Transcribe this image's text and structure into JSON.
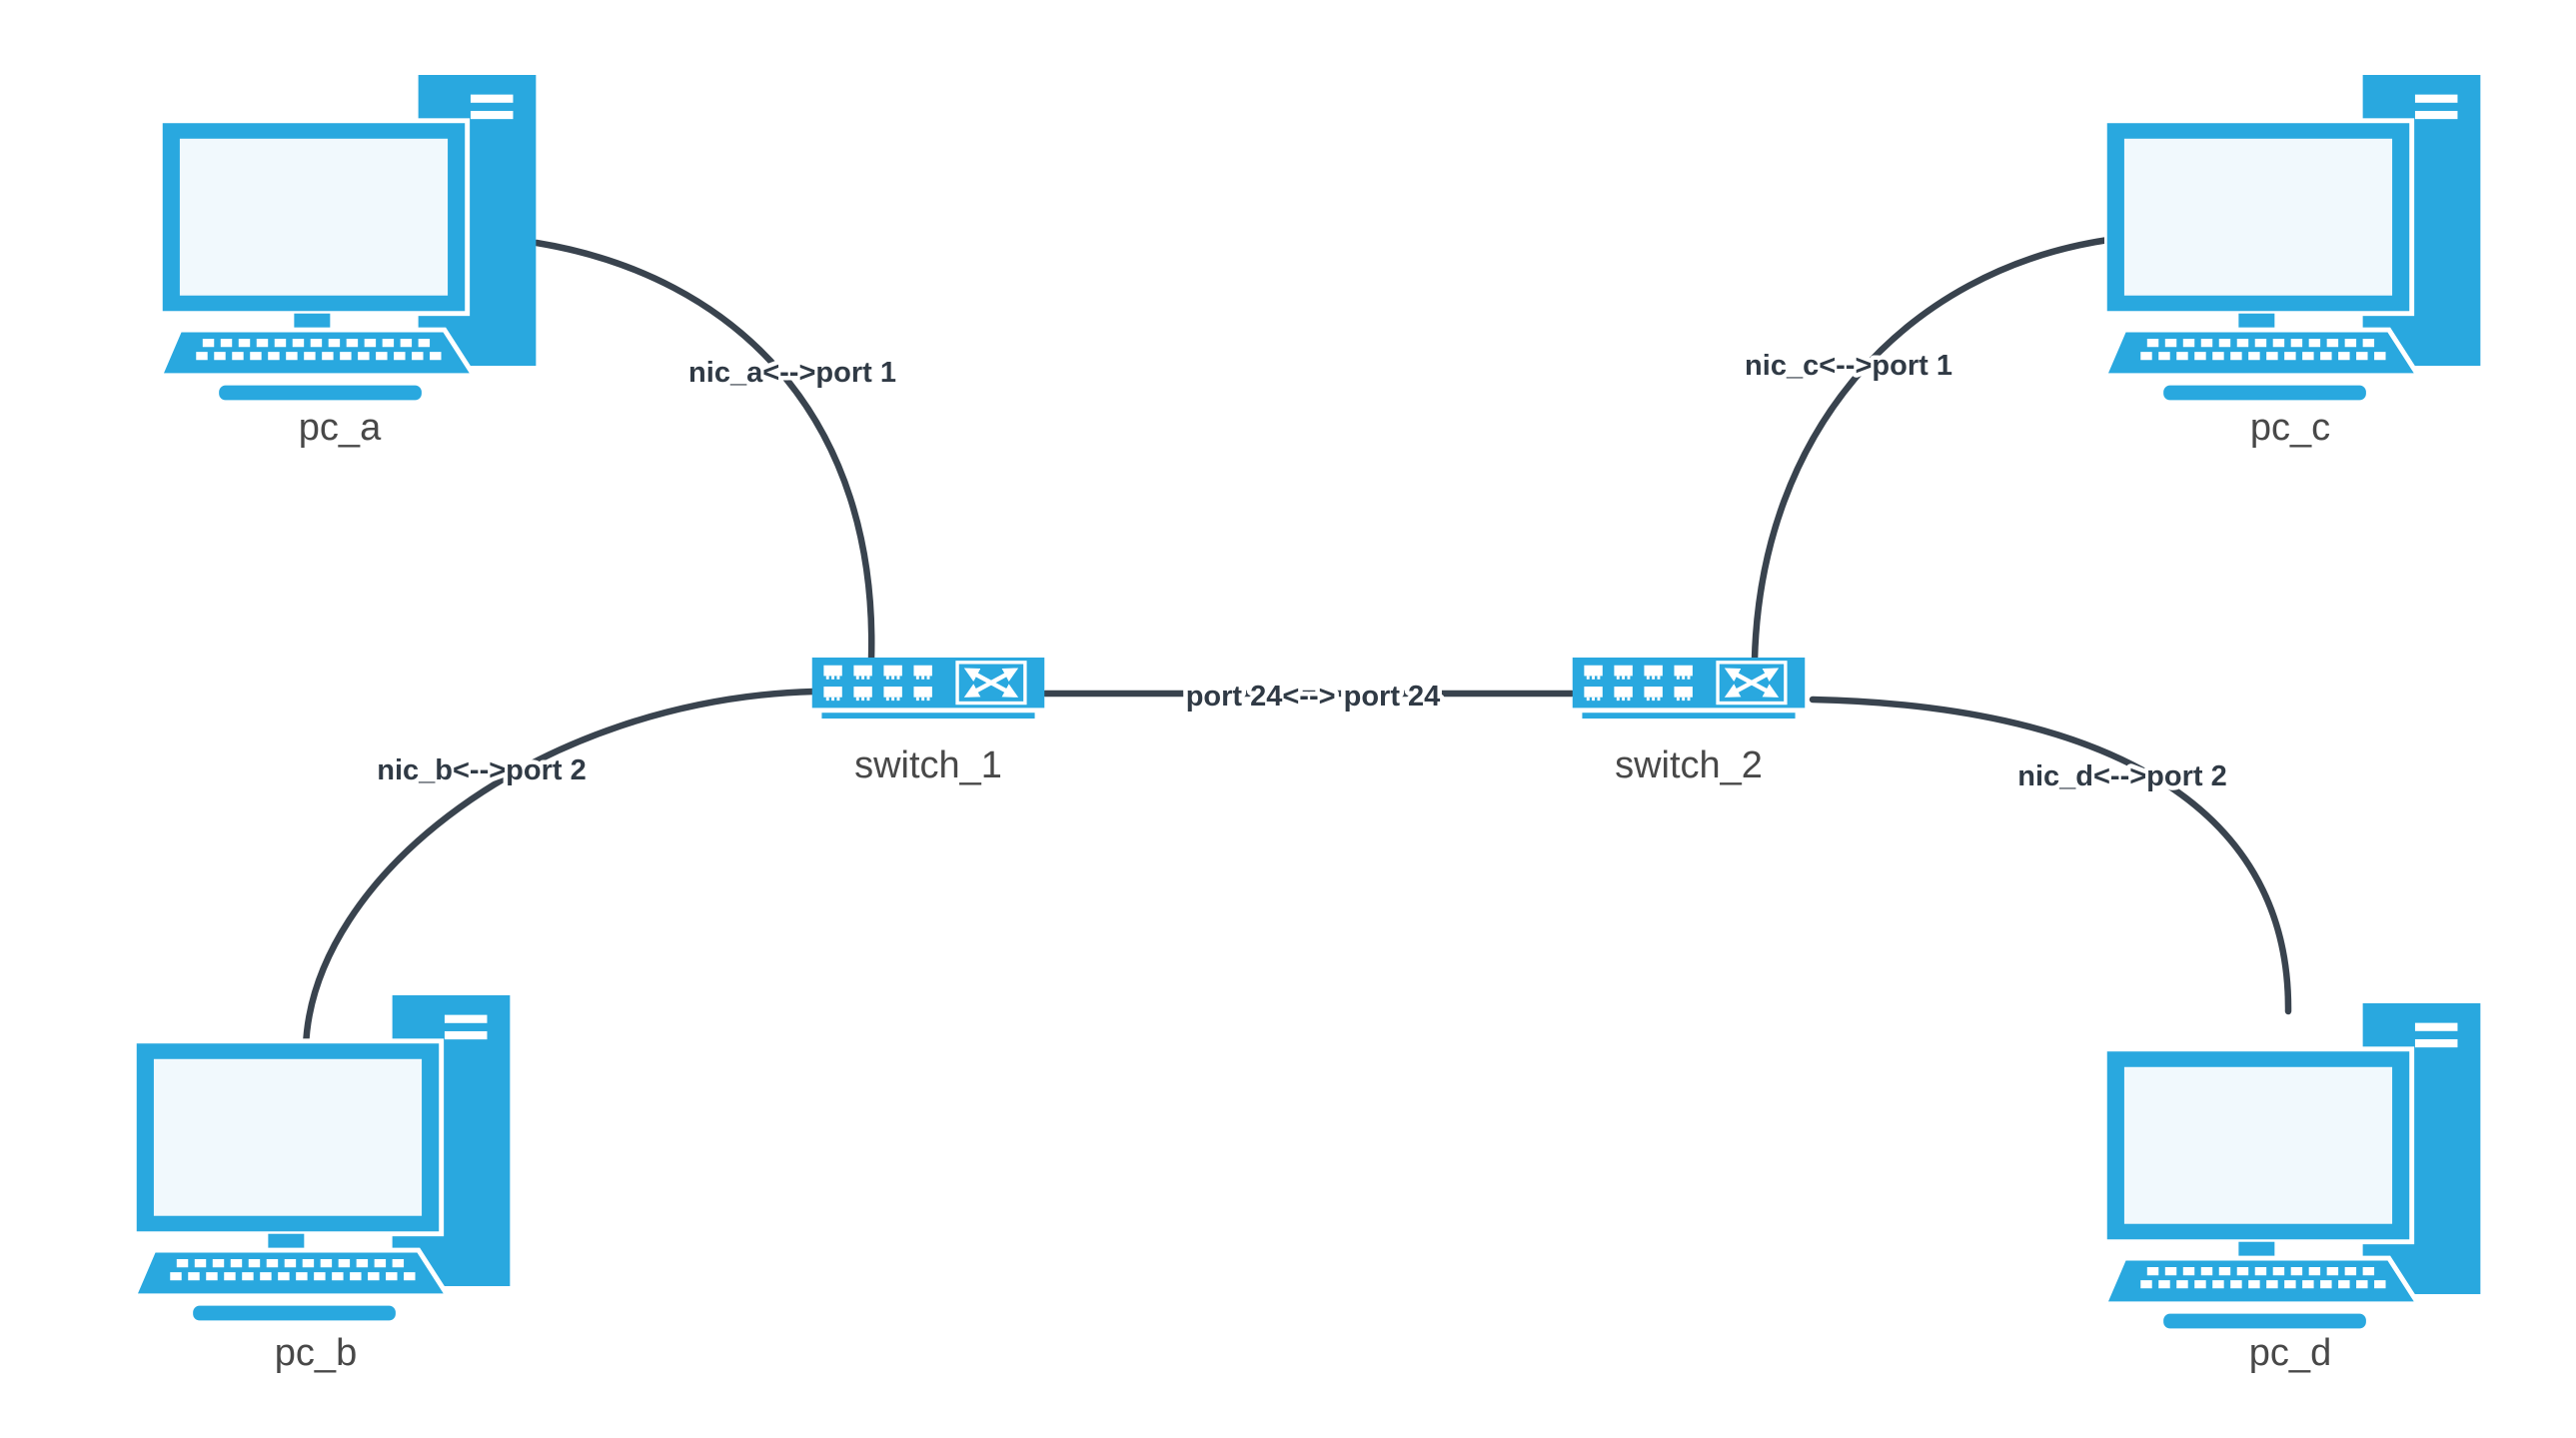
{
  "diagram": {
    "type": "network-topology",
    "background": "#FFFFFF",
    "nodes": {
      "pc_a": {
        "label": "pc_a",
        "kind": "pc",
        "icon": "desktop-pc-icon"
      },
      "pc_b": {
        "label": "pc_b",
        "kind": "pc",
        "icon": "desktop-pc-icon"
      },
      "pc_c": {
        "label": "pc_c",
        "kind": "pc",
        "icon": "desktop-pc-icon"
      },
      "pc_d": {
        "label": "pc_d",
        "kind": "pc",
        "icon": "desktop-pc-icon"
      },
      "switch_1": {
        "label": "switch_1",
        "kind": "switch",
        "icon": "network-switch-icon"
      },
      "switch_2": {
        "label": "switch_2",
        "kind": "switch",
        "icon": "network-switch-icon"
      }
    },
    "edges": {
      "pc_a_switch_1": {
        "from": "pc_a",
        "to": "switch_1",
        "label": "nic_a<-->port 1"
      },
      "pc_b_switch_1": {
        "from": "pc_b",
        "to": "switch_1",
        "label": "nic_b<-->port 2"
      },
      "switch_1_switch_2": {
        "from": "switch_1",
        "to": "switch_2",
        "label": "port 24<--> port 24"
      },
      "pc_c_switch_2": {
        "from": "pc_c",
        "to": "switch_2",
        "label": "nic_c<-->port 1"
      },
      "pc_d_switch_2": {
        "from": "pc_d",
        "to": "switch_2",
        "label": "nic_d<-->port 2"
      }
    },
    "colors": {
      "device_blue": "#29A8DF",
      "screen_fill": "#F1F9FD",
      "edge_stroke": "#39434E",
      "edge_label_text": "#303A45",
      "node_label_text": "#484848",
      "background": "#FFFFFF"
    }
  }
}
